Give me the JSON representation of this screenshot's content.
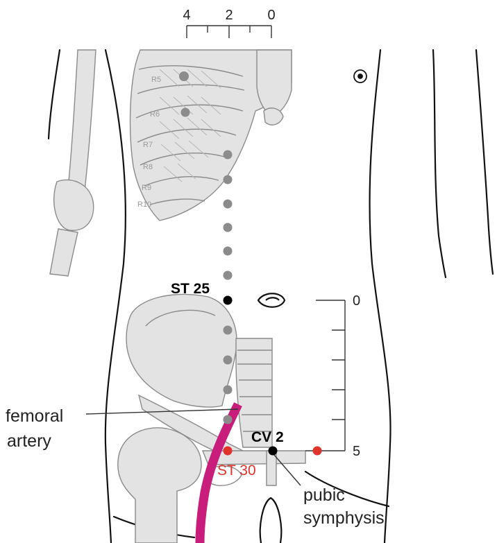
{
  "top_scale": {
    "ticks": [
      "4",
      "2",
      "0"
    ]
  },
  "right_scale": {
    "top_label": "0",
    "bottom_label": "5"
  },
  "rib_labels": [
    "R5",
    "R6",
    "R7",
    "R8",
    "R9",
    "R10"
  ],
  "points": {
    "st25": "ST 25",
    "cv2": "CV 2",
    "st30": "ST 30"
  },
  "labels": {
    "femoral_artery_line1": "femoral",
    "femoral_artery_line2": "artery",
    "pubic_line1": "pubic",
    "pubic_line2": "symphysis"
  },
  "colors": {
    "bone_fill": "#e3e3e3",
    "bone_stroke": "#8a8a8a",
    "body_outline": "#111111",
    "guide_dot": "#8c8c8c",
    "point_black": "#000000",
    "point_red": "#e0332b",
    "artery": "#c81d7b"
  }
}
